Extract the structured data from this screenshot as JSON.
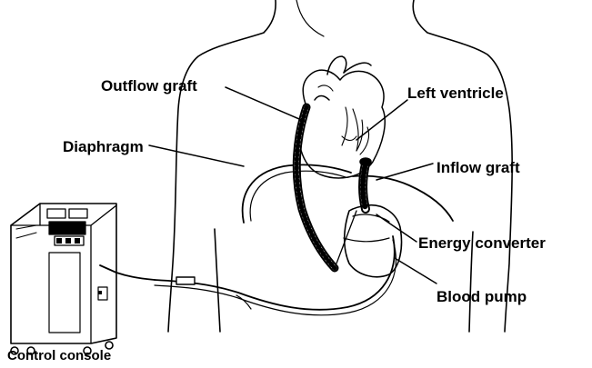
{
  "labels": {
    "outflow_graft": "Outflow graft",
    "left_ventricle": "Left ventricle",
    "diaphragm": "Diaphragm",
    "inflow_graft": "Inflow graft",
    "energy_converter": "Energy converter",
    "blood_pump": "Blood pump",
    "control_console": "Control console"
  },
  "colors": {
    "ink": "#000000",
    "paper": "#ffffff"
  }
}
